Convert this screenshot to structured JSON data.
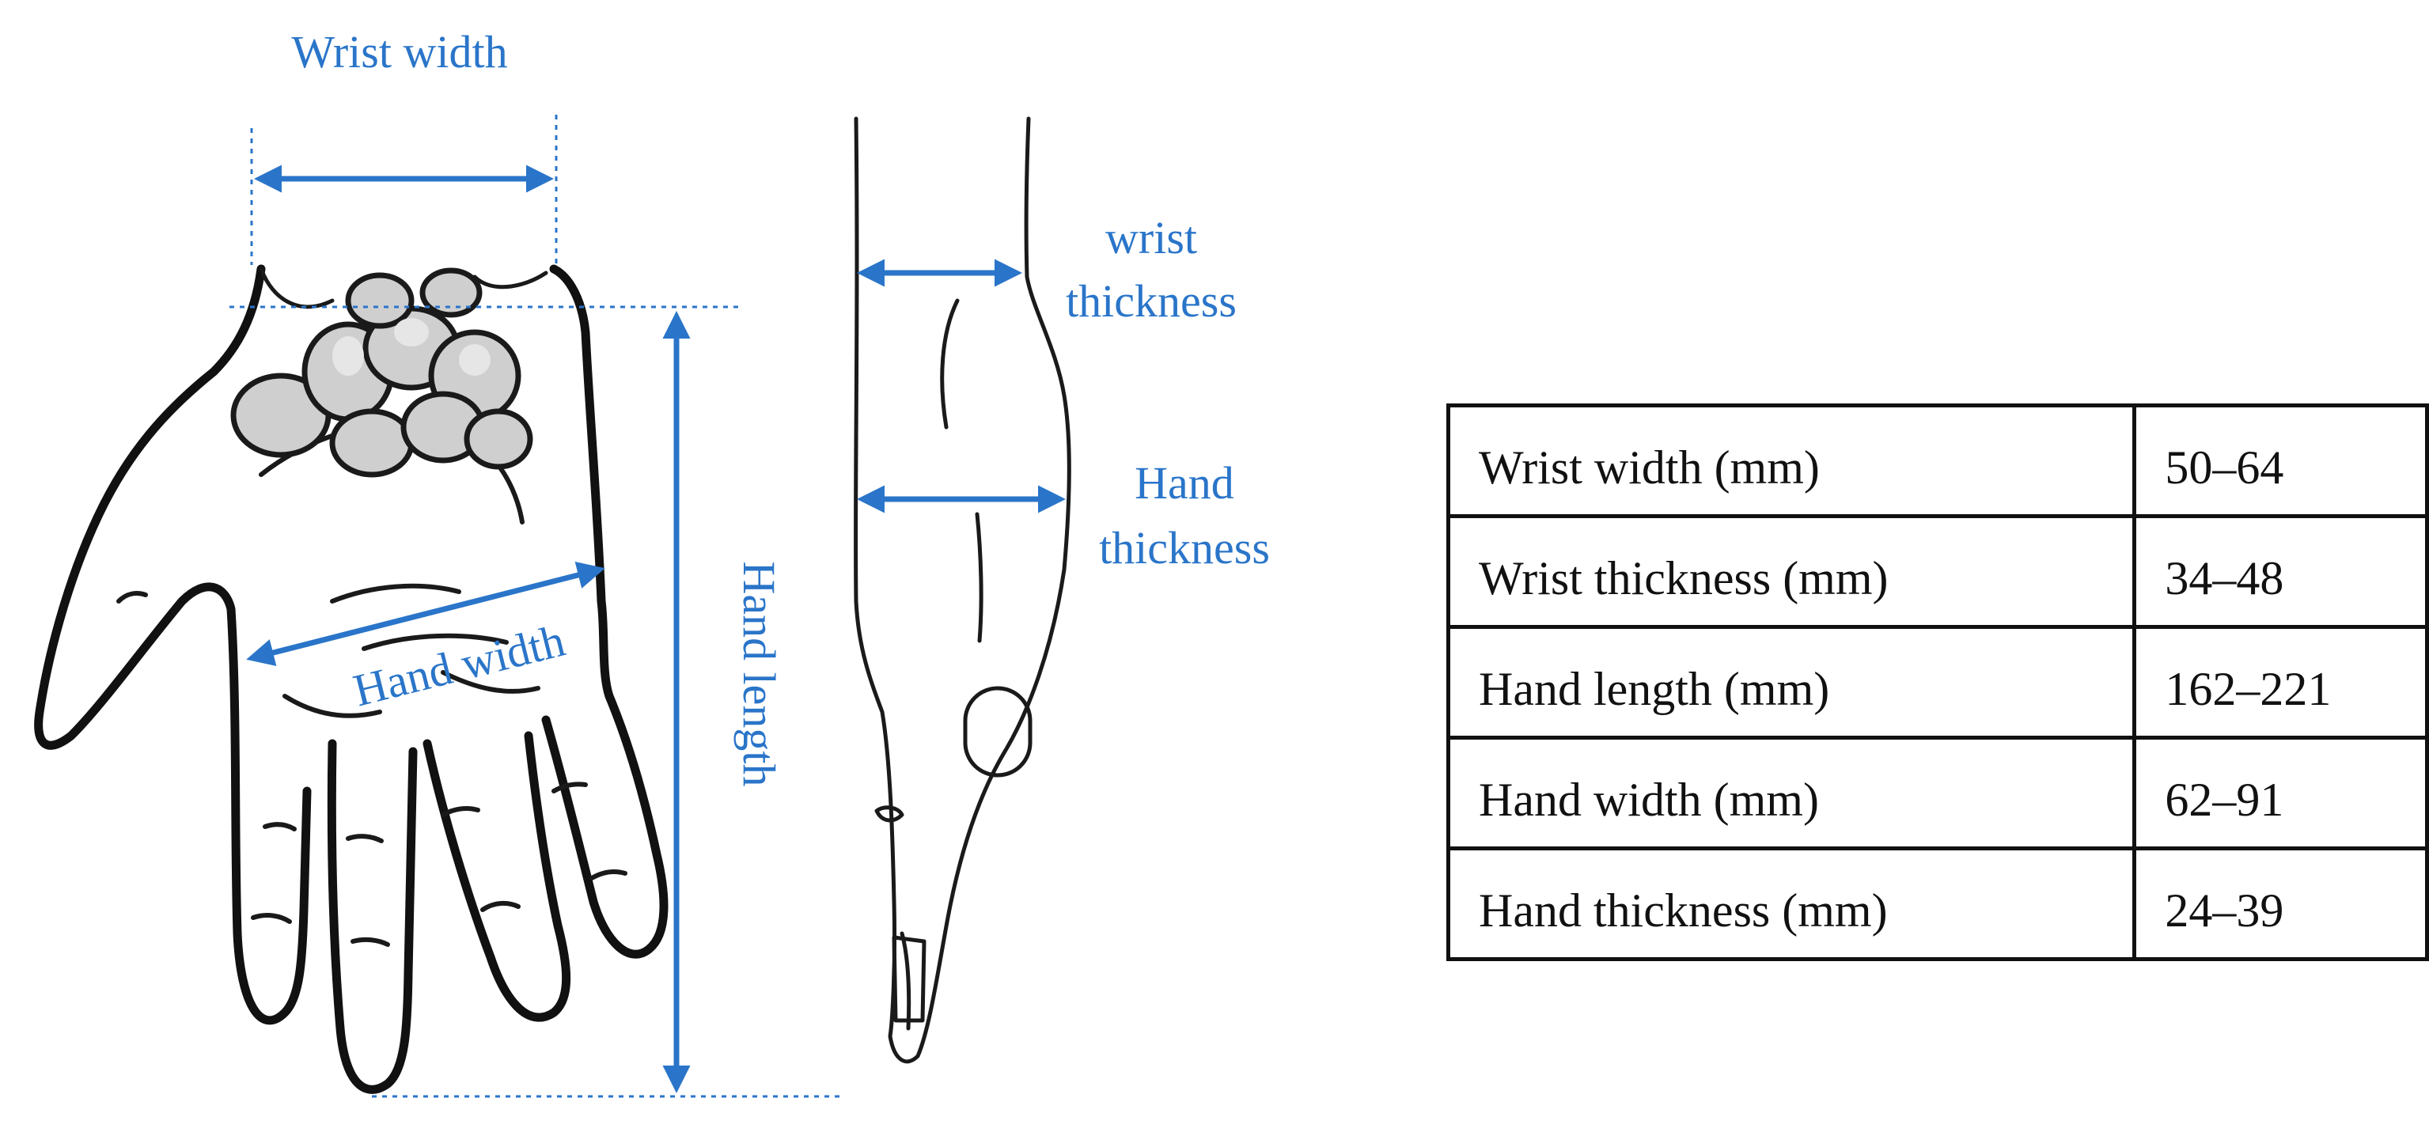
{
  "labels": {
    "wrist_width": "Wrist width",
    "wrist_thickness_line1": "wrist",
    "wrist_thickness_line2": "thickness",
    "hand_thickness_line1": "Hand",
    "hand_thickness_line2": "thickness",
    "hand_width": "Hand width",
    "hand_length": "Hand length"
  },
  "table": {
    "rows": [
      {
        "measure": "Wrist width (mm)",
        "range": "50–64"
      },
      {
        "measure": "Wrist thickness (mm)",
        "range": "34–48"
      },
      {
        "measure": "Hand length (mm)",
        "range": "162–221"
      },
      {
        "measure": "Hand width (mm)",
        "range": "62–91"
      },
      {
        "measure": "Hand thickness (mm)",
        "range": "24–39"
      }
    ]
  },
  "colors": {
    "annotation": "#2a75c9",
    "ink": "#111111"
  }
}
